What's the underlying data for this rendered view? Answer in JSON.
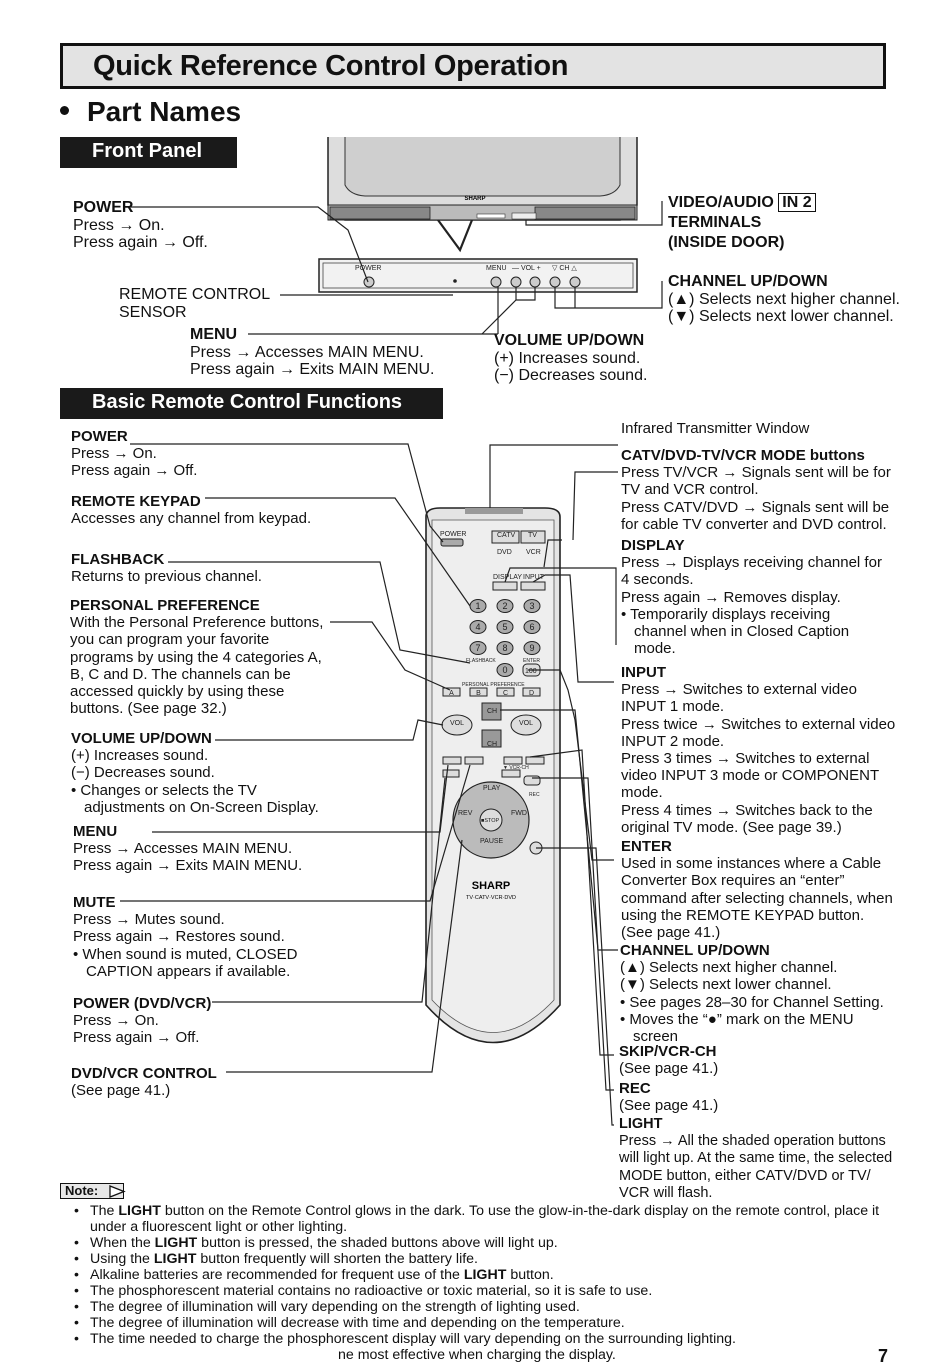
{
  "title": "Quick Reference Control Operation",
  "section": "Part Names",
  "front_panel": {
    "band": "Front Panel",
    "tv_brand": "SHARP",
    "panel_labels": {
      "power": "POWER",
      "menu": "MENU",
      "vol": "— VOL +",
      "ch": "▽ CH △"
    },
    "power": {
      "title": "POWER",
      "l1": "Press → On.",
      "l2": "Press again → Off."
    },
    "sensor": {
      "l1": "REMOTE CONTROL",
      "l2": "SENSOR"
    },
    "menu": {
      "title": "MENU",
      "l1": "Press → Accesses MAIN MENU.",
      "l2": "Press again → Exits MAIN MENU."
    },
    "video": {
      "title": "VIDEO/AUDIO",
      "badge": "IN 2",
      "l2": "TERMINALS",
      "l3": "(INSIDE DOOR)"
    },
    "channel": {
      "title": "CHANNEL UP/DOWN",
      "l1": "(▲)  Selects next higher channel.",
      "l2": "(▼)  Selects next lower channel."
    },
    "volume": {
      "title": "VOLUME UP/DOWN",
      "l1": "(+) Increases sound.",
      "l2": "(−) Decreases sound."
    }
  },
  "remote": {
    "band": "Basic Remote Control Functions",
    "brand": "SHARP",
    "model": "TV·CATV·VCR·DVD",
    "left": {
      "power": {
        "title": "POWER",
        "l1": "Press → On.",
        "l2": "Press again → Off."
      },
      "keypad": {
        "title": "REMOTE KEYPAD",
        "l1": "Accesses any channel from keypad."
      },
      "flashback": {
        "title": "FLASHBACK",
        "l1": "Returns to previous channel."
      },
      "personal": {
        "title": "PERSONAL PREFERENCE",
        "lines": [
          "With the Personal Preference buttons,",
          "you can program your favorite",
          "programs by using the 4 categories A,",
          "B, C and D. The channels can be",
          "accessed quickly by using these",
          "buttons. (See page 32.)"
        ]
      },
      "volume": {
        "title": "VOLUME UP/DOWN",
        "l1": "(+) Increases sound.",
        "l2": "(−) Decreases sound.",
        "b1": "• Changes or selects the TV",
        "b2": "adjustments on On-Screen Display."
      },
      "menu": {
        "title": "MENU",
        "l1": "Press → Accesses MAIN MENU.",
        "l2": "Press again → Exits MAIN MENU."
      },
      "mute": {
        "title": "MUTE",
        "l1": "Press → Mutes sound.",
        "l2": "Press again → Restores sound.",
        "b1": "• When sound is muted, CLOSED",
        "b2": "CAPTION appears if available."
      },
      "power_dvd": {
        "title": "POWER (DVD/VCR)",
        "l1": "Press → On.",
        "l2": "Press again → Off."
      },
      "dvd_ctrl": {
        "title": "DVD/VCR CONTROL",
        "l1": "(See page 41.)"
      }
    },
    "right": {
      "infrared": "Infrared Transmitter Window",
      "mode": {
        "title": "CATV/DVD-TV/VCR MODE buttons",
        "lines": [
          "Press TV/VCR → Signals sent will be for",
          "TV and VCR control.",
          "Press CATV/DVD → Signals sent will be",
          "for cable TV converter and DVD control."
        ]
      },
      "display": {
        "title": "DISPLAY",
        "lines": [
          "Press → Displays receiving channel for",
          "4 seconds.",
          "Press again →  Removes display."
        ],
        "bullets": [
          "• Temporarily displays receiving",
          "channel when in Closed Caption",
          "mode."
        ]
      },
      "input": {
        "title": "INPUT",
        "lines": [
          "Press → Switches to external video",
          "INPUT 1 mode.",
          "Press twice → Switches to external video",
          "INPUT 2 mode.",
          "Press 3 times → Switches to external",
          "video INPUT 3 mode or COMPONENT",
          "mode.",
          "Press 4 times → Switches back to the",
          "original TV mode. (See page 39.)"
        ]
      },
      "enter": {
        "title": "ENTER",
        "lines": [
          "Used in some instances where a Cable",
          "Converter Box requires an “enter”",
          "command after selecting channels, when",
          "using the REMOTE KEYPAD button.",
          "(See page 41.)"
        ]
      },
      "channel": {
        "title": "CHANNEL UP/DOWN",
        "lines": [
          "(▲) Selects next higher channel.",
          "(▼) Selects next lower channel.",
          "• See pages 28–30 for Channel Setting.",
          "• Moves the “●” mark on the MENU",
          "screen"
        ]
      },
      "skip": {
        "title": "SKIP/VCR-CH",
        "l1": "(See page 41.)"
      },
      "rec": {
        "title": "REC",
        "l1": "(See page 41.)"
      },
      "light": {
        "title": "LIGHT",
        "lines": [
          "Press → All the shaded operation buttons",
          "will light up. At the same time, the selected",
          "MODE button, either CATV/DVD or TV/",
          "VCR will flash."
        ]
      }
    },
    "keys": {
      "power": "POWER",
      "catv": "CATV",
      "tv": "TV",
      "dvd": "DVD",
      "vcr": "VCR",
      "display": "DISPLAY",
      "input": "INPUT",
      "flashback": "FLASHBACK",
      "enter": "ENTER",
      "pp": "PERSONAL PREFERENCE",
      "k100": "100",
      "ch": "CH",
      "vol": "VOL",
      "play": "PLAY",
      "stop": "■STOP",
      "rev": "REV",
      "fwd": "FWD",
      "pause": "PAUSE",
      "rec": "REC",
      "vcrch": "▼ VCR-CH",
      "digits": [
        "1",
        "2",
        "3",
        "4",
        "5",
        "6",
        "7",
        "8",
        "9",
        "0"
      ],
      "abcd": [
        "A",
        "B",
        "C",
        "D"
      ]
    }
  },
  "notes": {
    "tag": "Note:",
    "items": [
      "The LIGHT button on the Remote Control glows in the dark. To use the glow-in-the-dark display on the remote control, place it under a fluorescent light or other lighting.",
      "When the LIGHT button is pressed, the shaded buttons above will light up.",
      "Using the LIGHT button frequently will shorten the battery life.",
      "Alkaline batteries are recommended for frequent use of the LIGHT button.",
      "The phosphorescent material contains no radioactive or toxic material, so it is safe to use.",
      "The degree of illumination will vary depending on the strength of lighting used.",
      "The degree of illumination will decrease with time and depending on the temperature.",
      "The time needed to charge the phosphorescent display will vary depending on the surrounding lighting."
    ],
    "cut_line": "ne most effective when charging the display."
  },
  "page_number": "7"
}
